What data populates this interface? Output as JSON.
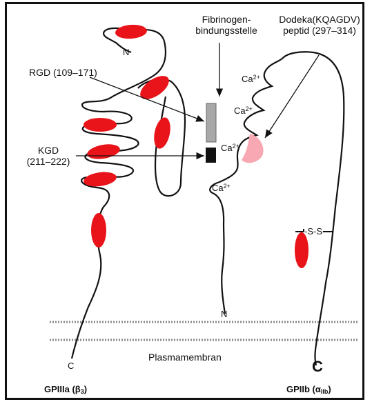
{
  "labels": {
    "fibrinogen": "Fibrinogen-\nbindungsstelle",
    "dodeka": "Dodeka(KQAGDV)\npeptid (297–314)",
    "rgd": "RGD (109–171)",
    "kgd_line1": "KGD",
    "kgd_line2": "(211–222)",
    "n_top": "N",
    "n_bottom": "N",
    "c_left": "C",
    "c_right": "C",
    "ca": "Ca",
    "ca_charge": "2+",
    "ss": "-S-S-",
    "membrane": "Plasmamembran",
    "gpiiia": "GPIIIa (β",
    "gpiiia_sub": "3",
    "gpiib": "GPIIb (α",
    "gpiib_sub": "IIb"
  },
  "colors": {
    "red_domain": "#e8141a",
    "ligand_site_gray": "#a8a8a8",
    "kgd_site": "#111111",
    "dodeka_pink": "#f7a8b2",
    "membrane_dots": "#777777"
  }
}
